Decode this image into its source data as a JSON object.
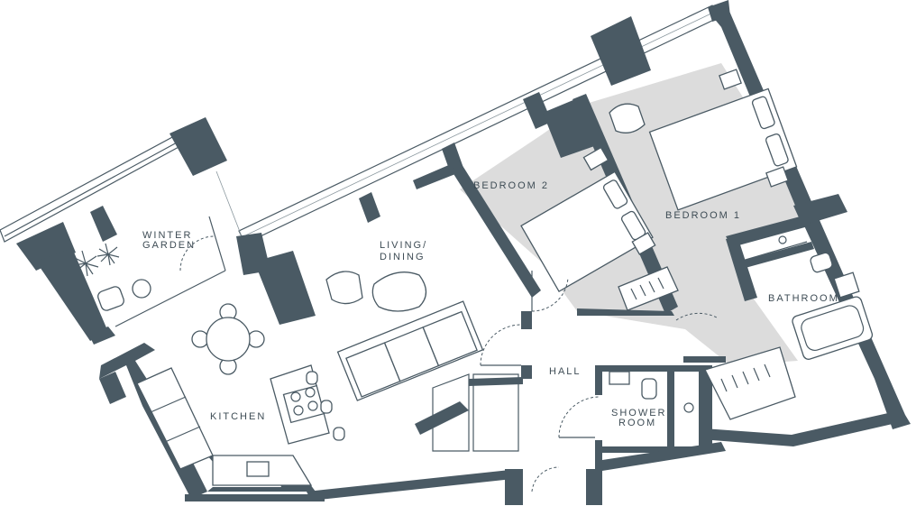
{
  "plan": {
    "rooms": {
      "winter_garden_line1": "WINTER",
      "winter_garden_line2": "GARDEN",
      "living_line1": "LIVING/",
      "living_line2": "DINING",
      "bedroom2": "BEDROOM 2",
      "bedroom1": "BEDROOM 1",
      "bathroom": "BATHROOM",
      "hall": "HALL",
      "kitchen": "KITCHEN",
      "shower_line1": "SHOWER",
      "shower_line2": "ROOM"
    },
    "colors": {
      "wall": "#4a5a64",
      "bedroom_fill": "#dcdcdc",
      "background": "#ffffff"
    }
  }
}
